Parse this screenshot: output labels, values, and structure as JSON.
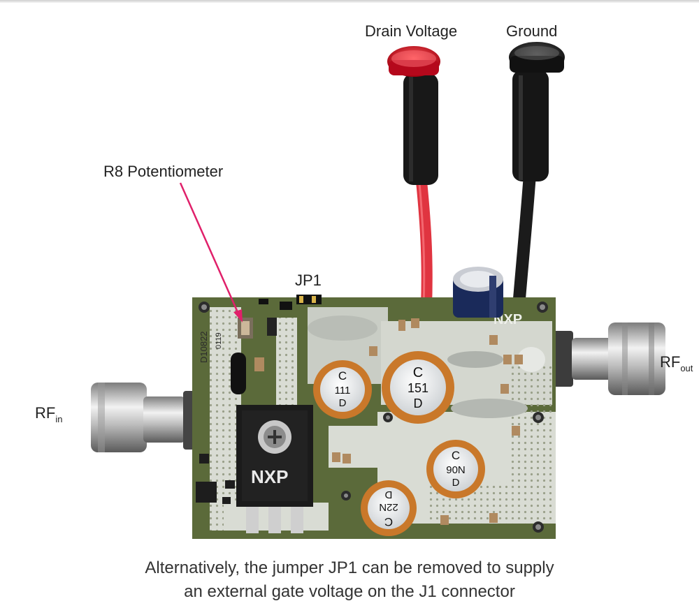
{
  "labels": {
    "drain_voltage": "Drain Voltage",
    "ground": "Ground",
    "r8": "R8 Potentiometer",
    "jp1": "JP1",
    "rf_in_main": "RF",
    "rf_in_sub": "in",
    "rf_out_main": "RF",
    "rf_out_sub": "out"
  },
  "board_markings": {
    "board_id": "D10822",
    "board_rev": "0119",
    "transistor_brand": "NXP",
    "board_brand": "NXP"
  },
  "inductors": [
    {
      "line1": "C",
      "line2": "111",
      "line3": "D"
    },
    {
      "line1": "C",
      "line2": "151",
      "line3": "D"
    },
    {
      "line1": "C",
      "line2": "90N",
      "line3": "D"
    },
    {
      "line1": "C",
      "line2": "22N",
      "line3": "D"
    }
  ],
  "caption": {
    "line1": "Alternatively, the jumper JP1 can be removed to supply",
    "line2": "an external gate voltage on the J1 connector"
  },
  "colors": {
    "pcb": "#5b6a3a",
    "copper_pad": "#d9dcd4",
    "wire_red": "#e03440",
    "wire_black": "#1b1b1b",
    "arrow": "#e0206a",
    "inductor": "#c9782a"
  }
}
